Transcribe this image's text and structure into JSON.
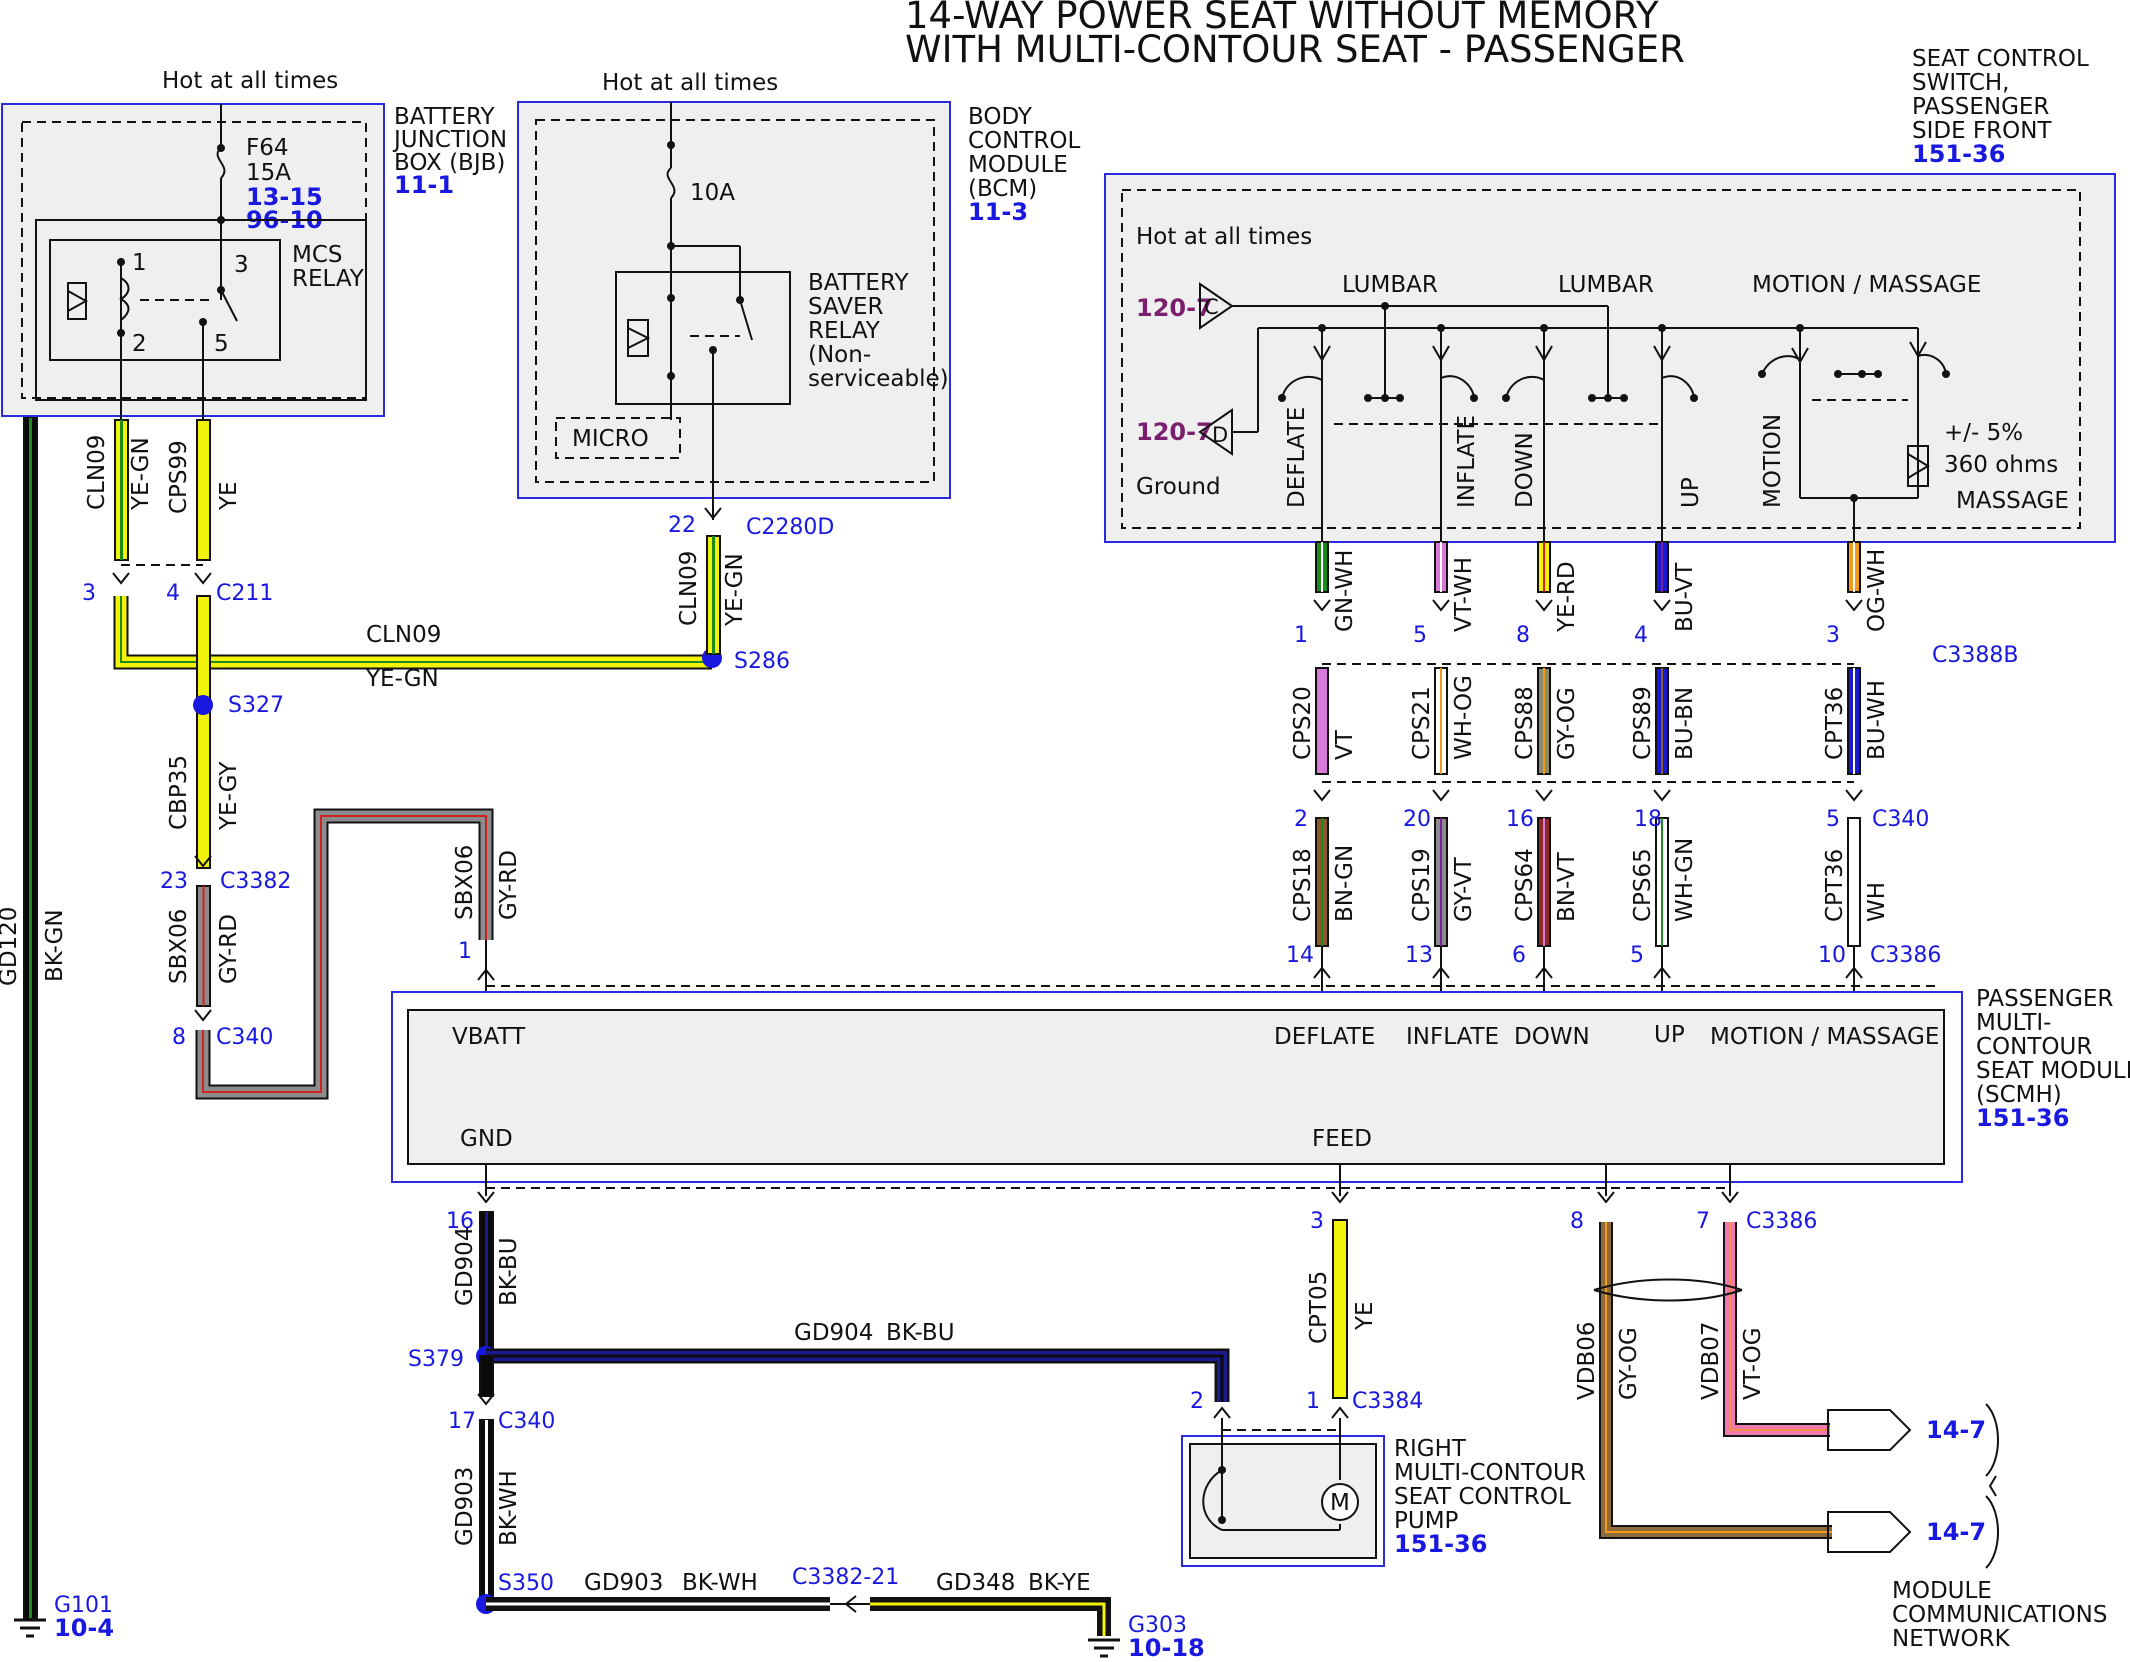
{
  "title": {
    "line1": "14-WAY POWER SEAT WITHOUT MEMORY",
    "line2": "WITH MULTI-CONTOUR SEAT - PASSENGER"
  },
  "bjb": {
    "name": [
      "BATTERY",
      "JUNCTION",
      "BOX (BJB)"
    ],
    "ref": "11-1",
    "hot": "Hot at all times",
    "fuse": "F64",
    "amps": "15A",
    "fuse_refs": [
      "13-15",
      "96-10"
    ],
    "relay_name": [
      "MCS",
      "RELAY"
    ],
    "relay_pins": [
      "1",
      "2",
      "3",
      "5"
    ]
  },
  "bcm": {
    "name": [
      "BODY",
      "CONTROL",
      "MODULE",
      "(BCM)"
    ],
    "ref": "11-3",
    "hot": "Hot at all times",
    "fuse": "10A",
    "relay_name": [
      "BATTERY",
      "SAVER",
      "RELAY",
      "(Non-",
      "serviceable)"
    ],
    "micro": "MICRO"
  },
  "switch": {
    "name": [
      "SEAT CONTROL",
      "SWITCH,",
      "PASSENGER",
      "SIDE FRONT"
    ],
    "ref": "151-36",
    "hot": "Hot at all times",
    "ground": "Ground",
    "link_c": "120-7",
    "link_d": "120-7",
    "tag_c": "C",
    "tag_d": "D",
    "headers": [
      "LUMBAR",
      "LUMBAR",
      "MOTION / MASSAGE"
    ],
    "functions": [
      "DEFLATE",
      "INFLATE",
      "DOWN",
      "UP",
      "MOTION",
      "MASSAGE"
    ],
    "resistor": [
      "+/- 5%",
      "360 ohms"
    ]
  },
  "scmh": {
    "name": [
      "PASSENGER",
      "MULTI-",
      "CONTOUR",
      "SEAT MODULE",
      "(SCMH)"
    ],
    "ref": "151-36",
    "inputs": [
      "VBATT",
      "DEFLATE",
      "INFLATE",
      "DOWN",
      "UP",
      "MOTION / MASSAGE"
    ],
    "outputs": [
      "GND",
      "FEED"
    ]
  },
  "pump": {
    "name": [
      "RIGHT",
      "MULTI-CONTOUR",
      "SEAT CONTROL",
      "PUMP"
    ],
    "ref": "151-36",
    "motor": "M"
  },
  "network": {
    "name": [
      "MODULE",
      "COMMUNICATIONS",
      "NETWORK"
    ],
    "refs": [
      "14-7",
      "14-7"
    ]
  },
  "grounds": [
    {
      "name": "G101",
      "ref": "10-4"
    },
    {
      "name": "G303",
      "ref": "10-18"
    }
  ],
  "splices": [
    "S327",
    "S286",
    "S379",
    "S350"
  ],
  "connectors": {
    "c211": "C211",
    "c2280d": "C2280D",
    "c3382": "C3382",
    "c340": "C340",
    "c3388b": "C3388B",
    "c3386": "C3386",
    "c3384": "C3384",
    "c3382_21": "C3382-21"
  },
  "wires": [
    {
      "circuit": "CLN09",
      "color": "YE-GN"
    },
    {
      "circuit": "CPS99",
      "color": "YE"
    },
    {
      "circuit": "CBP35",
      "color": "YE-GY"
    },
    {
      "circuit": "SBX06",
      "color": "GY-RD"
    },
    {
      "circuit": "GD120",
      "color": "BK-GN"
    },
    {
      "circuit": "GD904",
      "color": "BK-BU"
    },
    {
      "circuit": "GD903",
      "color": "BK-WH"
    },
    {
      "circuit": "GD348",
      "color": "BK-YE"
    },
    {
      "circuit": "CPT05",
      "color": "YE"
    },
    {
      "circuit": "VDB06",
      "color": "GY-OG"
    },
    {
      "circuit": "VDB07",
      "color": "VT-OG"
    }
  ],
  "switch_wires": [
    {
      "pin_top": "1",
      "color_top": "GN-WH",
      "circuit_mid": "CPS20",
      "color_mid": "VT",
      "pin_mid": "2",
      "circuit_bot": "CPS18",
      "color_bot": "BN-GN",
      "pin_bot": "14"
    },
    {
      "pin_top": "5",
      "color_top": "VT-WH",
      "circuit_mid": "CPS21",
      "color_mid": "WH-OG",
      "pin_mid": "20",
      "circuit_bot": "CPS19",
      "color_bot": "GY-VT",
      "pin_bot": "13"
    },
    {
      "pin_top": "8",
      "color_top": "YE-RD",
      "circuit_mid": "CPS88",
      "color_mid": "GY-OG",
      "pin_mid": "16",
      "circuit_bot": "CPS64",
      "color_bot": "BN-VT",
      "pin_bot": "6"
    },
    {
      "pin_top": "4",
      "color_top": "BU-VT",
      "circuit_mid": "CPS89",
      "color_mid": "BU-BN",
      "pin_mid": "18",
      "circuit_bot": "CPS65",
      "color_bot": "WH-GN",
      "pin_bot": "5"
    },
    {
      "pin_top": "3",
      "color_top": "OG-WH",
      "circuit_mid": "CPT36",
      "color_mid": "BU-WH",
      "pin_mid": "5",
      "circuit_bot": "CPT36",
      "color_bot": "WH",
      "pin_bot": "10"
    }
  ],
  "pins": {
    "c211_a": "3",
    "c211_b": "4",
    "c2280d": "22",
    "c3382_a": "23",
    "c340_a": "8",
    "sbx06_top": "1",
    "scmh_gnd": "16",
    "c340_b": "17",
    "scmh_feed": "3",
    "pump_a": "2",
    "pump_b": "1",
    "net_a": "8",
    "net_b": "7",
    "c3382_b": "21"
  },
  "wire_colors": {
    "yellow": "#f2f20a",
    "green": "#1e8a1e",
    "black": "#0a0a0a",
    "gray": "#8c8c8c",
    "red": "#d02020",
    "blue": "#1a1ad0",
    "violet": "#d77ad9",
    "orange": "#f29a1a",
    "brown": "#8c5a2a",
    "white": "#ffffff",
    "pink": "#f07ab0",
    "navy": "#1a1a8c"
  },
  "accent_blue": "#1818e0",
  "link_purple": "#7a1f6e"
}
